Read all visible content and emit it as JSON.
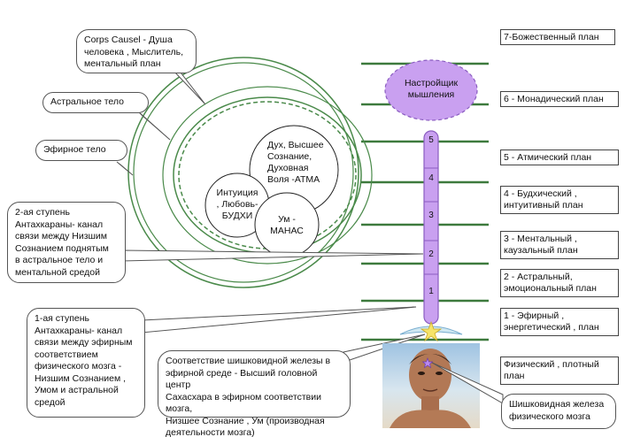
{
  "planes": [
    "7-Божественный план",
    "6 - Монадический   план",
    "5 - Атмический  план",
    "4 - Будхический ,\nинтуитивный план",
    "3 - Ментальный ,\nкаузальный план",
    "2 - Астральный,\nэмоциональный  план",
    "1 - Эфирный ,\nэнергетический ,    план",
    "Физический  , плотный\nплан"
  ],
  "adjuster": "Настройщик\nмышления",
  "spine_numbers": [
    "5",
    "4",
    "3",
    "2",
    "1"
  ],
  "circles": {
    "spirit": "Дух, Высшее\nСознание,\nДуховная\nВоля -АТМА",
    "intuition": "Интуиция\n, Любовь-\nБУДХИ",
    "mind": "Ум -\nМАНАС"
  },
  "callouts": {
    "corps_causel": "Corps Causel - Душа\nчеловека , Мыслитель,\nментальный план",
    "astral": "Астральное тело",
    "etheric": "Эфирное тело",
    "stage2": "2-ая ступень\nАнтахкараны- канал\nсвязи между Низшим\nСознанием поднятым\nв астральное  тело и\nментальной средой",
    "stage1": "1-ая ступень\nАнтахкараны- канал\nсвязи между эфирным\nсоответствием\nфизического мозга -\nНизшим Сознанием ,\nУмом и астральной\nсредой",
    "pineal": "Соответствие шишковидной железы в\nэфирной среде - Высший головной центр\nСахасхара в эфирном соответствии мозга,\nНизшее Сознание , Ум (производная\nдеятельности мозга)",
    "pineal_physical": "Шишковидная железа\nфизического мозга"
  },
  "colors": {
    "spine_fill": "#c9a0f0",
    "spine_stroke": "#8a5cc0",
    "circle_green": "#4a8a4a",
    "line_green": "#3d7a3d"
  }
}
